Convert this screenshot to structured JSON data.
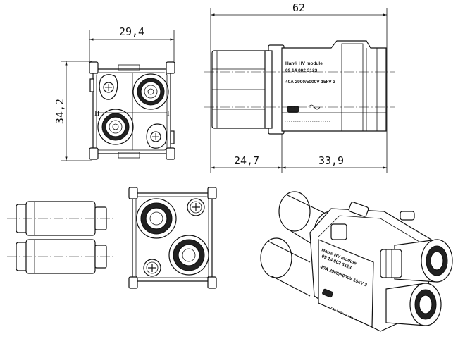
{
  "dimensions": {
    "width_top": "29,4",
    "height_left": "34,2",
    "overall_length": "62",
    "segment_left": "24,7",
    "segment_right": "33,9"
  },
  "module_label": {
    "line1": "Han® HV module",
    "line2": "09 14 002 3123",
    "line3": "40A 2900/5000V 15kV 3"
  },
  "contact_marks": {
    "left": "II",
    "right": "I"
  },
  "colors": {
    "line": "#111111",
    "background": "#ffffff"
  }
}
